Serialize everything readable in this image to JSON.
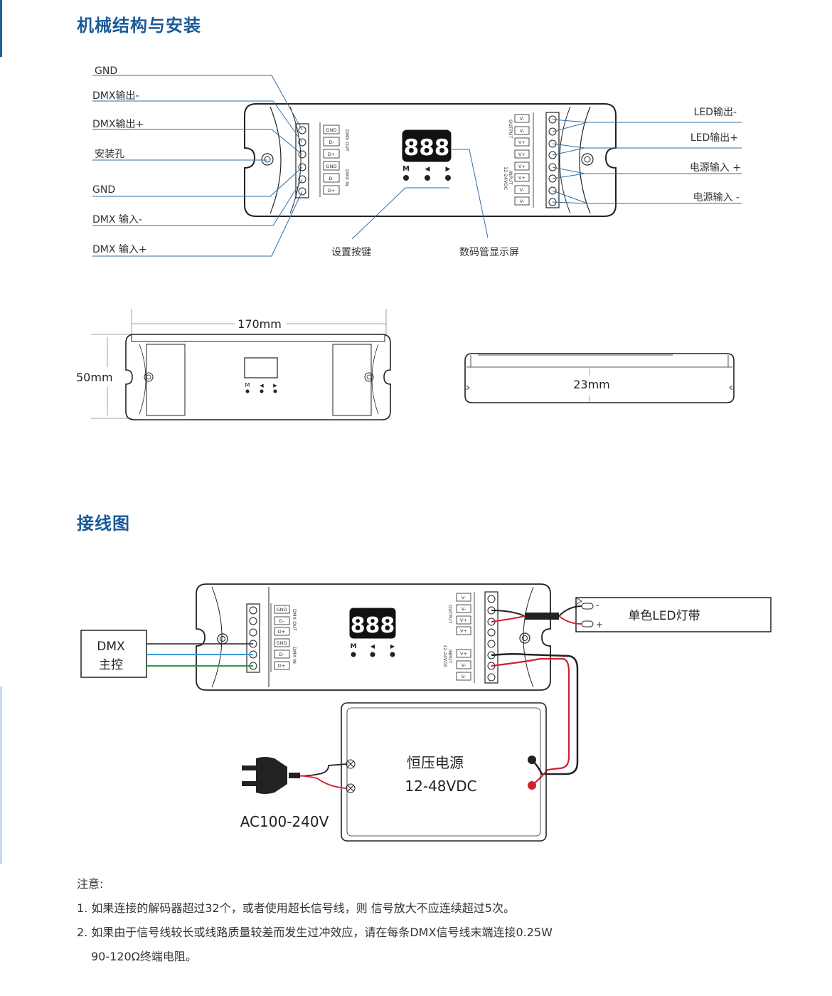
{
  "sections": {
    "mechanical_title": "机械结构与安装",
    "wiring_title": "接线图"
  },
  "structure_labels": {
    "left": [
      "GND",
      "DMX输出-",
      "DMX输出+",
      "安装孔",
      "GND",
      "DMX 输入-",
      "DMX 输入+"
    ],
    "right": [
      "LED输出-",
      "LED输出+",
      "电源输入 +",
      "电源输入 -"
    ],
    "bottom": [
      "设置按键",
      "数码管显示屏"
    ]
  },
  "device": {
    "display_text": "888",
    "buttons": [
      "M",
      "◀",
      "▶"
    ],
    "dmx_out_pins": [
      "GND",
      "D-",
      "D+"
    ],
    "dmx_in_pins": [
      "GND",
      "D-",
      "D+"
    ],
    "dmx_out_label": "DMX OUT",
    "dmx_in_label": "DMX IN",
    "output_pins": [
      "V-",
      "V-",
      "V+",
      "V+"
    ],
    "input_pins": [
      "V+",
      "V+",
      "V-",
      "V-"
    ],
    "output_label": "OUTPUT",
    "input_label": "INPUT",
    "input_voltage": "12-24VDC"
  },
  "dimensions": {
    "length": "170mm",
    "width": "50mm",
    "height": "23mm"
  },
  "wiring": {
    "controller_line1": "DMX",
    "controller_line2": "主控",
    "led_strip": "单色LED灯带",
    "minus": "-",
    "plus": "+",
    "psu_line1": "恒压电源",
    "psu_line2": "12-48VDC",
    "ac_label": "AC100-240V"
  },
  "notes": {
    "heading": "注意:",
    "item1": "1. 如果连接的解码器超过32个，或者使用超长信号线，则 信号放大不应连续超过5次。",
    "item2": "2. 如果由于信号线较长或线路质量较差而发生过冲效应，请在每条DMX信号线末端连接0.25W",
    "item2_cont": "90-120Ω终端电阻。"
  },
  "colors": {
    "title": "#1a5a96",
    "leader_line": "#2f6ea8",
    "red_wire": "#d4202c",
    "blue_wire": "#3b9ad9",
    "green_wire": "#2a9a4a"
  }
}
